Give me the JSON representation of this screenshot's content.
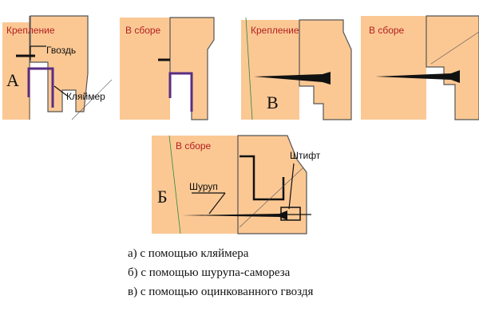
{
  "colors": {
    "wood": "#fbc894",
    "wood_outline": "#555555",
    "panel_title": "#b32020",
    "clamp": "#5a2d82",
    "fastener": "#111111",
    "grain": "#2d8a3a"
  },
  "panels": {
    "a_mount": {
      "title": "Крепление",
      "nail_label": "Гвоздь",
      "clamp_label": "Кляймер",
      "letter": "А"
    },
    "a_assembled": {
      "title": "В сборе"
    },
    "v_mount": {
      "title": "Крепление",
      "letter": "В"
    },
    "v_assembled": {
      "title": "В сборе"
    },
    "b_assembled": {
      "title": "В сборе",
      "screw_label": "Шуруп",
      "pin_label": "Штифт",
      "letter": "Б"
    }
  },
  "captions": [
    "а)  с помощью кляймера",
    "б)  с помощью шурупа-самореза",
    "в)  с помощью оцинкованного гвоздя"
  ]
}
